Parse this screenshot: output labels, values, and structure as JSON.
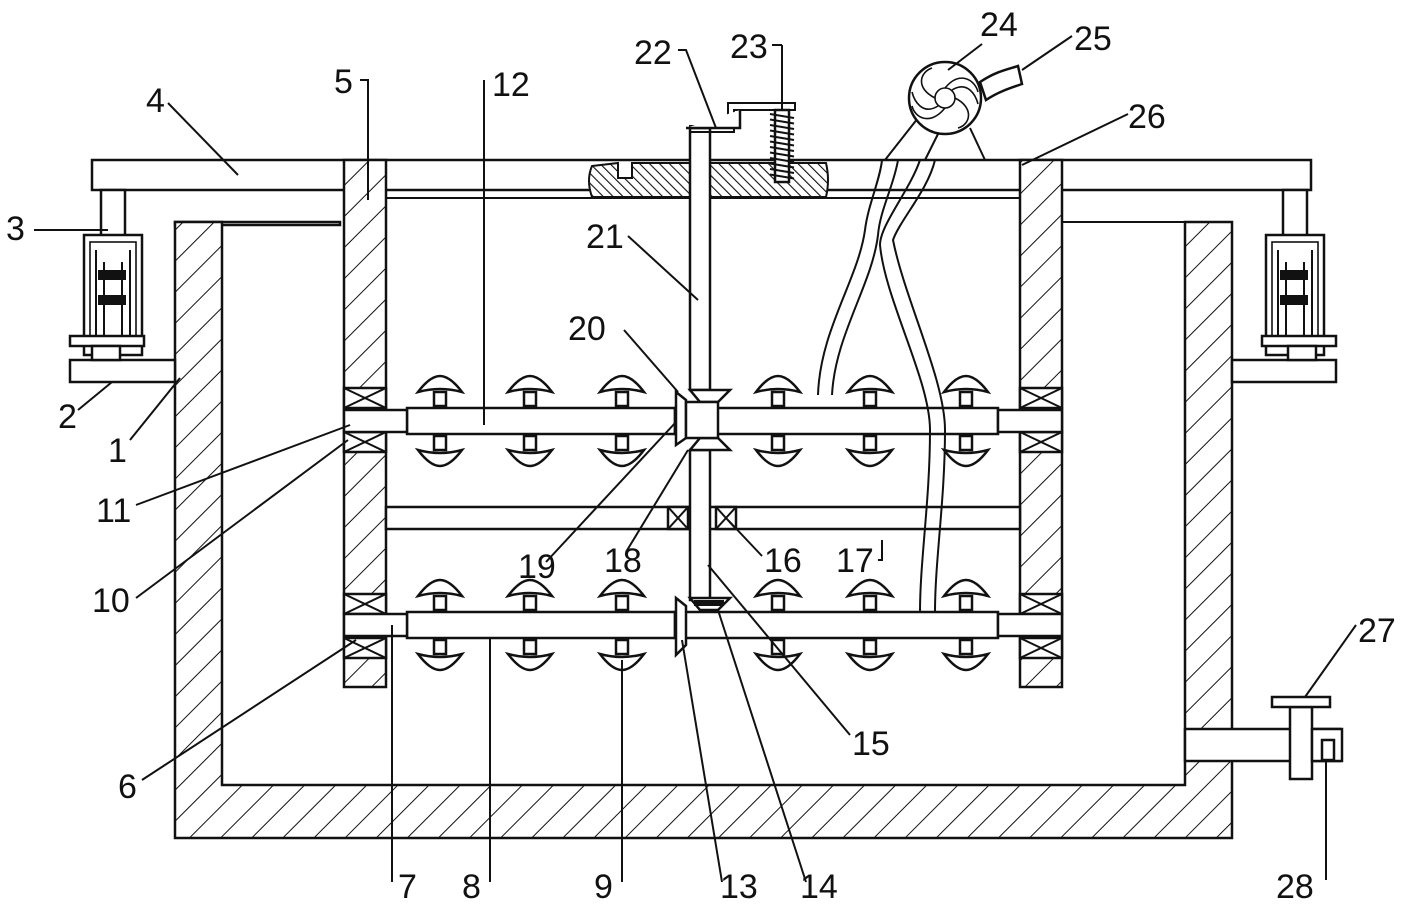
{
  "figure": {
    "labels": [
      "1",
      "2",
      "3",
      "4",
      "5",
      "6",
      "7",
      "8",
      "9",
      "10",
      "11",
      "12",
      "13",
      "14",
      "15",
      "16",
      "17",
      "18",
      "19",
      "20",
      "21",
      "22",
      "23",
      "24",
      "25",
      "26",
      "27",
      "28"
    ]
  },
  "colors": {
    "line": "#111111",
    "fill": "#ffffff"
  }
}
